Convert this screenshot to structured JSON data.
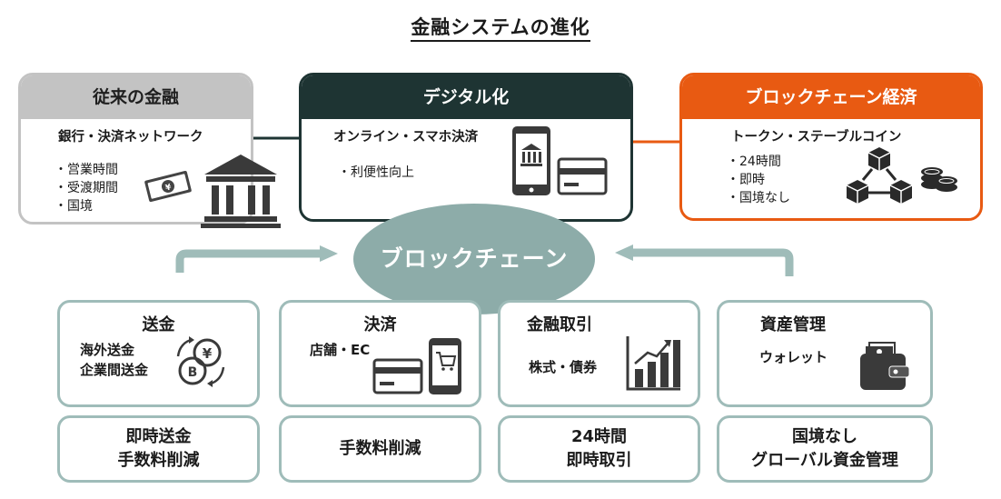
{
  "title": "金融システムの進化",
  "panels": {
    "traditional": {
      "header": "従来の金融",
      "subtitle": "銀行・決済ネットワーク",
      "bullets": [
        "・営業時間",
        "・受渡期間",
        "・国境"
      ],
      "icons": [
        "yen-banknote-icon",
        "bank-building-icon"
      ]
    },
    "digital": {
      "header": "デジタル化",
      "subtitle": "オンライン・スマホ決済",
      "bullets": [
        "・利便性向上"
      ],
      "icons": [
        "smartphone-bank-icon",
        "credit-card-icon"
      ]
    },
    "blockchain_economy": {
      "header": "ブロックチェーン経済",
      "subtitle": "トークン・ステーブルコイン",
      "bullets": [
        "・24時間",
        "・即時",
        "・国境なし"
      ],
      "icons": [
        "blockchain-cubes-icon",
        "coin-stack-icon"
      ]
    }
  },
  "center": {
    "label": "ブロックチェーン"
  },
  "use_cases": [
    {
      "title": "送金",
      "detail": [
        "海外送金",
        "企業間送金"
      ],
      "icon": "crypto-exchange-icon",
      "benefit": [
        "即時送金",
        "手数料削減"
      ]
    },
    {
      "title": "決済",
      "detail": [
        "店舗・EC"
      ],
      "icon": "card-and-phone-cart-icon",
      "benefit": [
        "手数料削減"
      ]
    },
    {
      "title": "金融取引",
      "detail": [
        "株式・債券"
      ],
      "icon": "growth-chart-icon",
      "benefit": [
        "24時間",
        "即時取引"
      ]
    },
    {
      "title": "資産管理",
      "detail": [
        "ウォレット"
      ],
      "icon": "wallet-icon",
      "benefit": [
        "国境なし",
        "グローバル資金管理"
      ]
    }
  ],
  "colors": {
    "traditional": "#c3c3c3",
    "digital": "#1e3433",
    "blockchain_economy": "#e85a12",
    "blockchain_center": "#8daca9",
    "box_border": "#9fbcb9"
  }
}
